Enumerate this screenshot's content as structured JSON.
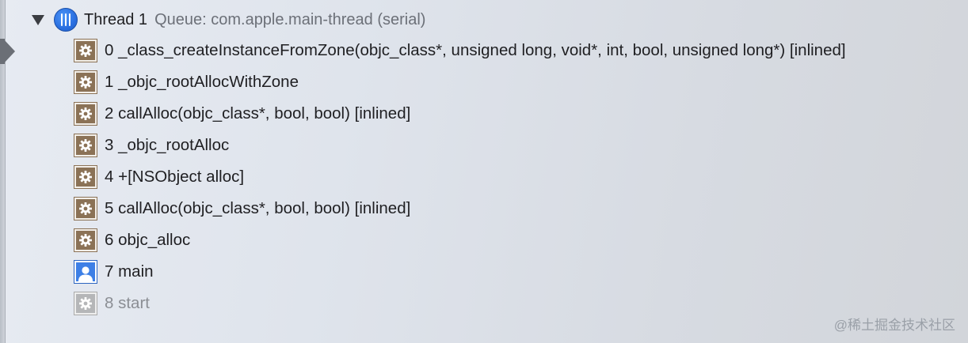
{
  "thread": {
    "name": "Thread 1",
    "queue": "Queue: com.apple.main-thread (serial)",
    "icon": "thread-icon"
  },
  "frames": [
    {
      "label": "0 _class_createInstanceFromZone(objc_class*, unsigned long, void*, int, bool, unsigned long*) [inlined]",
      "icon": "gear-icon"
    },
    {
      "label": "1 _objc_rootAllocWithZone",
      "icon": "gear-icon"
    },
    {
      "label": "2 callAlloc(objc_class*, bool, bool) [inlined]",
      "icon": "gear-icon"
    },
    {
      "label": "3 _objc_rootAlloc",
      "icon": "gear-icon"
    },
    {
      "label": "4 +[NSObject alloc]",
      "icon": "gear-icon"
    },
    {
      "label": "5 callAlloc(objc_class*, bool, bool) [inlined]",
      "icon": "gear-icon"
    },
    {
      "label": "6 objc_alloc",
      "icon": "gear-icon"
    },
    {
      "label": "7 main",
      "icon": "user-icon"
    },
    {
      "label": "8 start",
      "icon": "gear-icon"
    }
  ],
  "watermark": "@稀土掘金技术社区",
  "colors": {
    "library_frame": "#8b7256",
    "user_frame": "#3d7fe6",
    "thread_icon": "#2a6fe0",
    "dimmed_text": "#8b8e94"
  }
}
